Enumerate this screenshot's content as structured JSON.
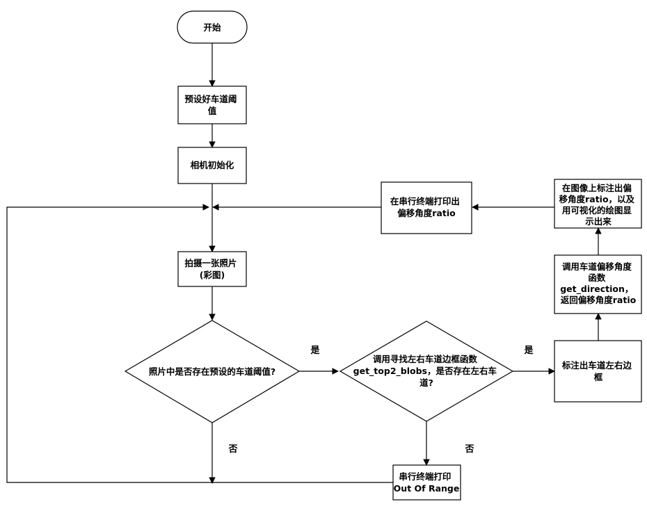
{
  "nodes": {
    "start": {
      "lines": [
        "开始"
      ]
    },
    "preset": {
      "lines": [
        "预设好车道阈",
        "值"
      ]
    },
    "camera_init": {
      "lines": [
        "相机初始化"
      ]
    },
    "take_photo": {
      "lines": [
        "拍摄一张照片",
        "(彩图)"
      ]
    },
    "decision_threshold": {
      "lines": [
        "照片中是否存在预设的车道阈值?"
      ]
    },
    "decision_blobs": {
      "lines": [
        "调用寻找左右车道边框函数",
        "get_top2_blobs，是否存在左右车",
        "道?"
      ]
    },
    "mark_lane": {
      "lines": [
        "标注出车道左右边",
        "框"
      ]
    },
    "get_direction": {
      "lines": [
        "调用车道偏移角度",
        "函数",
        "get_direction，",
        "返回偏移角度ratio"
      ]
    },
    "annotate_image": {
      "lines": [
        "在图像上标注出偏",
        "移角度ratio，以及",
        "用可视化的绘图显",
        "示出来"
      ]
    },
    "print_ratio": {
      "lines": [
        "在串行终端打印出",
        "偏移角度ratio"
      ]
    },
    "print_out_of_range": {
      "lines": [
        "串行终端打印",
        "Out Of Range"
      ]
    }
  },
  "edge_labels": {
    "yes_1": "是",
    "yes_2": "是",
    "no_1": "否",
    "no_2": "否"
  }
}
